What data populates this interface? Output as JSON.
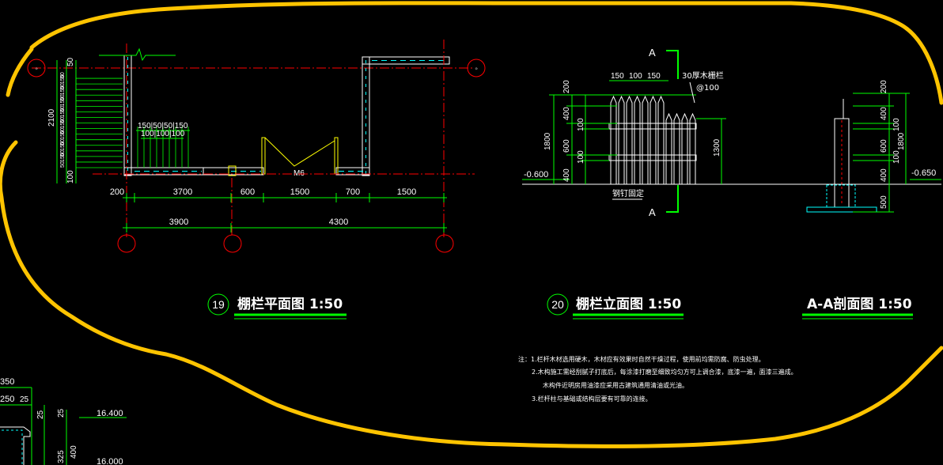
{
  "plan": {
    "title": "棚栏平面图 1:50",
    "number": "19",
    "dims_top": [
      "200",
      "3700",
      "600",
      "1500",
      "700",
      "1500"
    ],
    "dims_bottom": [
      "3900",
      "4300"
    ],
    "left_total": "2100",
    "left_top": "50",
    "left_bottom": "100",
    "left_stack": [
      "50",
      "150",
      "50",
      "150",
      "50",
      "150",
      "50",
      "150",
      "50",
      "150",
      "50",
      "150",
      "50",
      "150",
      "50",
      "150",
      "50"
    ],
    "inner_dims_a": "150|50|50|150",
    "inner_dims_b": "100|100|100",
    "gate_label": "M6"
  },
  "elevation": {
    "title": "棚栏立面图 1:50",
    "number": "20",
    "section_mark": "A",
    "top_dims": [
      "150",
      "100",
      "150"
    ],
    "rail_note": "30厚木栅栏",
    "rail_spacing": "@100",
    "left_dims": [
      "200",
      "400",
      "100",
      "600",
      "100",
      "400"
    ],
    "left_total": "1800",
    "right_total": "1300",
    "level": "-0.600",
    "bolt_note": "钢钉固定"
  },
  "section": {
    "title": "A-A剖面图 1:50",
    "dims": [
      "200",
      "400",
      "100",
      "600",
      "100",
      "400",
      "500"
    ],
    "total": "1800",
    "level": "-0.650"
  },
  "notes": {
    "lines": [
      "注：1.栏杆木材选用硬木，木材应有效果时自然干燥过程，使用前均需防腐、防虫处理。",
      "2.木构施工需经刮腻子打底后，每涂漆打磨至细致均匀方可上调合漆，底漆一遍，面漆三遍成。",
      "木构件近明房用油漆应采用古建筑通用清油或光油。",
      "3.栏杆柱与基础或结构层要有可靠的连接。"
    ]
  },
  "partial": {
    "dims": [
      "350",
      "250",
      "25",
      "25",
      "25",
      "325",
      "400"
    ],
    "levels": [
      "16.400",
      "16.000"
    ]
  },
  "colors": {
    "background": "#000000",
    "dim_line": "#ff0000",
    "wall": "#ffffff",
    "green": "#00ff00",
    "yellow": "#ffff00",
    "cyan": "#00ffff",
    "highlight": "#ffc400"
  }
}
